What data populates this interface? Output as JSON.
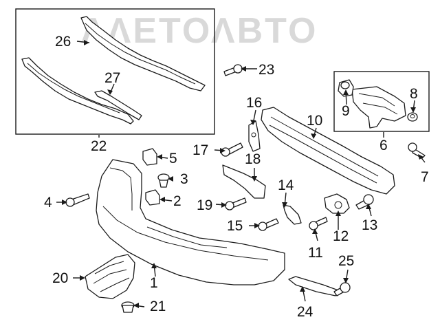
{
  "watermark": {
    "text": "ΛΛΕΤΟΛΒΤΟ",
    "color": "#d9d9d9"
  },
  "colors": {
    "line": "#1a1a1a",
    "background": "#ffffff"
  },
  "callouts": [
    {
      "id": "c1",
      "label": "1"
    },
    {
      "id": "c2",
      "label": "2"
    },
    {
      "id": "c3",
      "label": "3"
    },
    {
      "id": "c4",
      "label": "4"
    },
    {
      "id": "c5",
      "label": "5"
    },
    {
      "id": "c6",
      "label": "6"
    },
    {
      "id": "c7",
      "label": "7"
    },
    {
      "id": "c8",
      "label": "8"
    },
    {
      "id": "c9",
      "label": "9"
    },
    {
      "id": "c10",
      "label": "10"
    },
    {
      "id": "c11",
      "label": "11"
    },
    {
      "id": "c12",
      "label": "12"
    },
    {
      "id": "c13",
      "label": "13"
    },
    {
      "id": "c14",
      "label": "14"
    },
    {
      "id": "c15",
      "label": "15"
    },
    {
      "id": "c16",
      "label": "16"
    },
    {
      "id": "c17",
      "label": "17"
    },
    {
      "id": "c18",
      "label": "18"
    },
    {
      "id": "c19",
      "label": "19"
    },
    {
      "id": "c20",
      "label": "20"
    },
    {
      "id": "c21",
      "label": "21"
    },
    {
      "id": "c22",
      "label": "22"
    },
    {
      "id": "c23",
      "label": "23"
    },
    {
      "id": "c24",
      "label": "24"
    },
    {
      "id": "c25",
      "label": "25"
    },
    {
      "id": "c26",
      "label": "26"
    },
    {
      "id": "c27",
      "label": "27"
    }
  ]
}
